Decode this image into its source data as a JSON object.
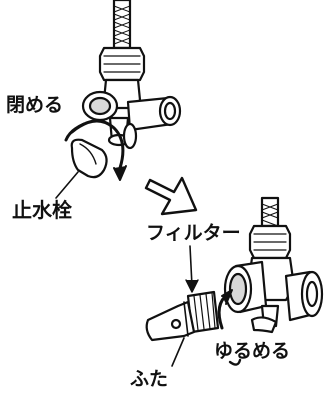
{
  "labels": {
    "close": "閉める",
    "stop_valve": "止水栓",
    "filter": "フィルター",
    "loosen": "ゆるめる",
    "lid": "ふた"
  },
  "colors": {
    "line": "#111111",
    "fill": "#ffffff",
    "shade": "#d8d8d8"
  },
  "icons": {
    "step1": "valve-handle-turn-close",
    "step_arrow": "down-right-arrow",
    "step2": "filter-lid-unscrew"
  }
}
